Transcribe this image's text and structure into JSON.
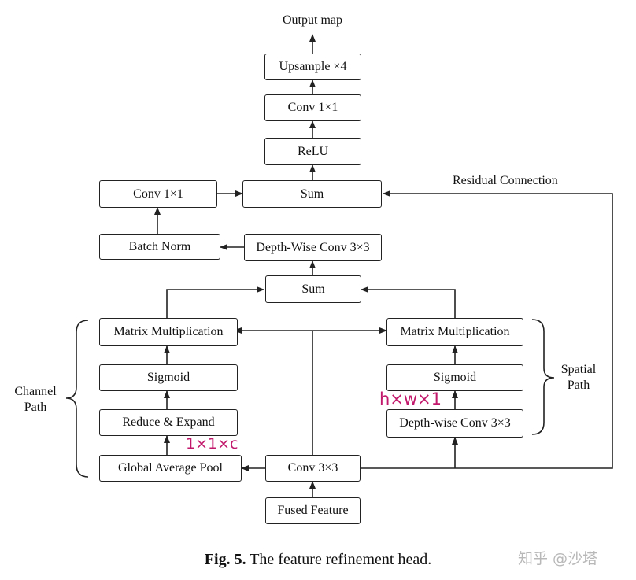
{
  "nodes": {
    "output_map": "Output map",
    "upsample": "Upsample ×4",
    "conv1x1_top": "Conv 1×1",
    "relu": "ReLU",
    "sum_top": "Sum",
    "conv1x1_left": "Conv 1×1",
    "batch_norm": "Batch Norm",
    "depthwise_conv": "Depth-Wise Conv 3×3",
    "sum_mid": "Sum",
    "matmul_left": "Matrix Multiplication",
    "matmul_right": "Matrix Multiplication",
    "sigmoid_left": "Sigmoid",
    "sigmoid_right": "Sigmoid",
    "reduce_expand": "Reduce & Expand",
    "depthwise_conv_spatial": "Depth-wise Conv 3×3",
    "global_avg_pool": "Global Average Pool",
    "conv3x3": "Conv 3×3",
    "fused_feature": "Fused Feature"
  },
  "labels": {
    "residual_connection": "Residual Connection",
    "channel_path_line1": "Channel",
    "channel_path_line2": "Path",
    "spatial_path_line1": "Spatial",
    "spatial_path_line2": "Path"
  },
  "annotations": {
    "channel_dims": "1×1×c",
    "spatial_dims": "h×w×1",
    "color": "#c2186b"
  },
  "caption": {
    "fig_label": "Fig. 5.",
    "text": " The feature refinement head."
  },
  "watermark": "知乎 @沙塔"
}
